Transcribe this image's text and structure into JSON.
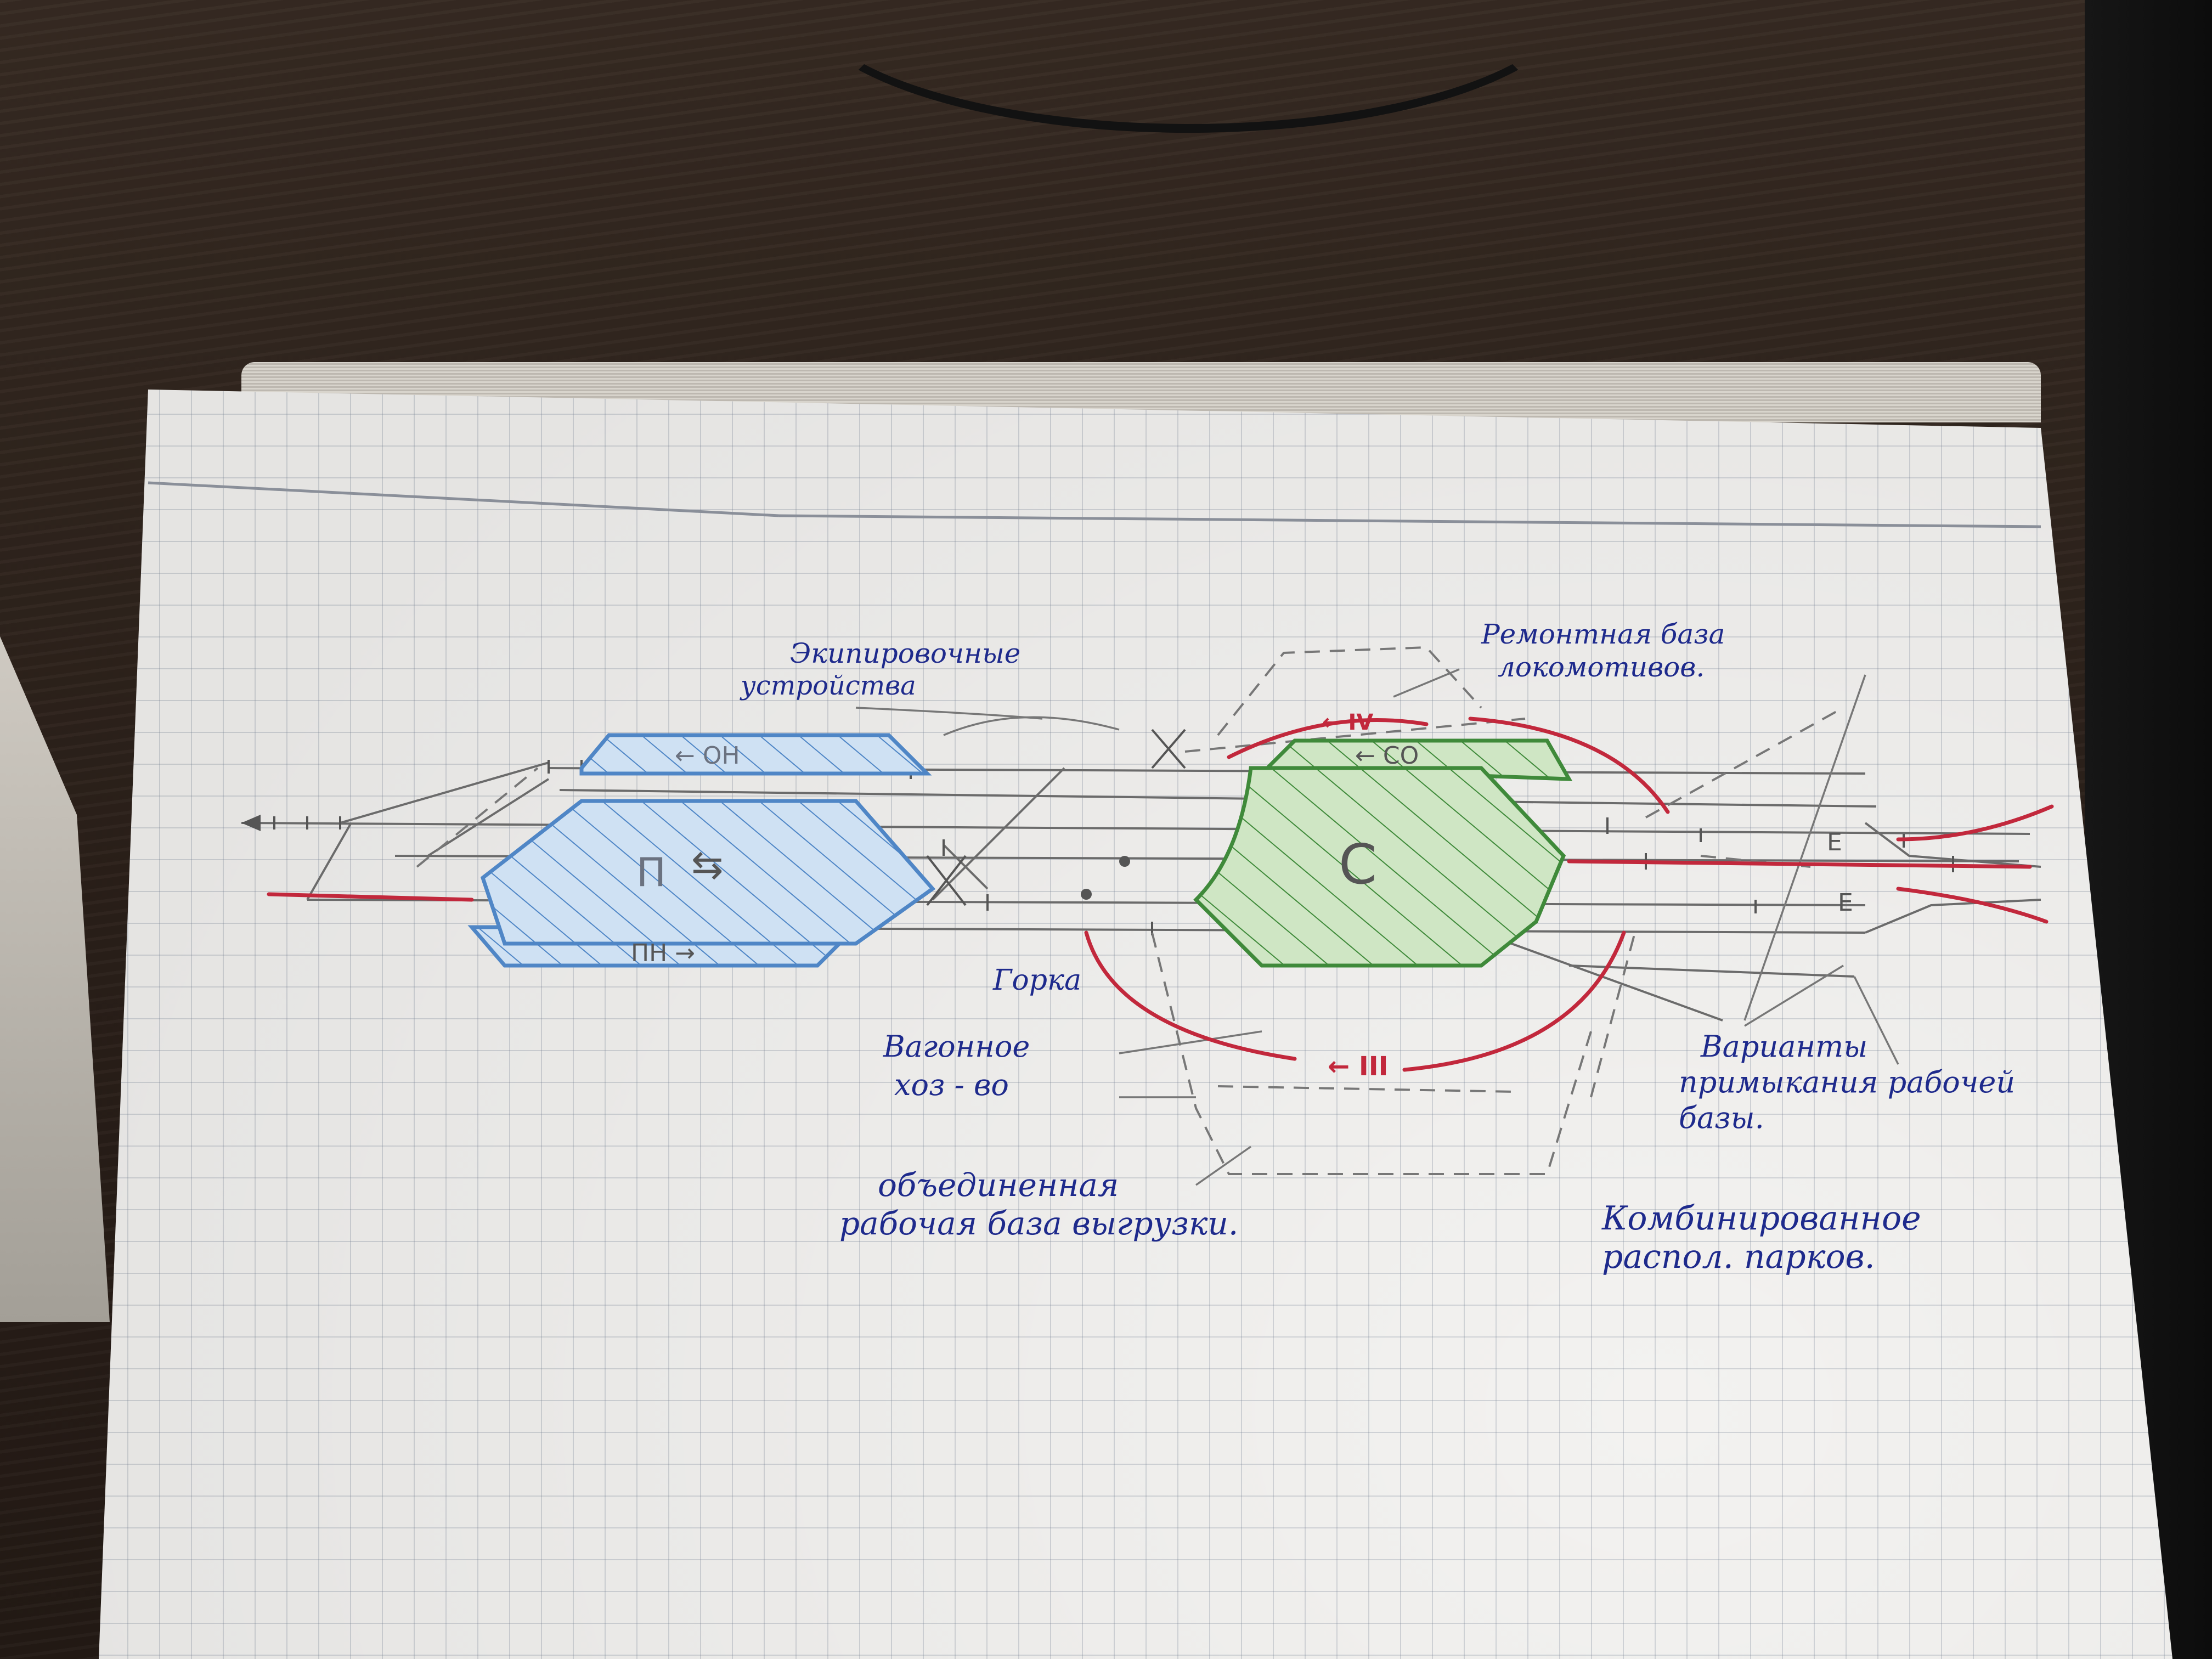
{
  "labels": {
    "ekip_1": "Экипировочные",
    "ekip_2": "устройства",
    "remont_1": "Ремонтная база",
    "remont_2": "локомотивов.",
    "gorka": "Горка",
    "vagon_1": "Вагонное",
    "vagon_2": "хоз - во",
    "obed_1": "объединенная",
    "obed_2": "рабочая база выгрузки.",
    "varianty_1": "Варианты",
    "varianty_2": "примыкания рабочей",
    "varianty_3": "базы.",
    "kombi_1": "Комбинированное",
    "kombi_2": "распол. парков."
  },
  "parks": {
    "p": "П",
    "p_arrow": "⇆",
    "on": "← ОН",
    "pn": "ПН →",
    "s": "С",
    "so": "← СО",
    "iv": "← IV",
    "iii": "← III",
    "e_top": "Е",
    "e_bottom": "Е"
  },
  "colors": {
    "ink": "#1e2a8c",
    "track": "#6b6b6b",
    "red": "#c2283c",
    "blue": "#4f86c6",
    "green": "#3f8a3a"
  }
}
